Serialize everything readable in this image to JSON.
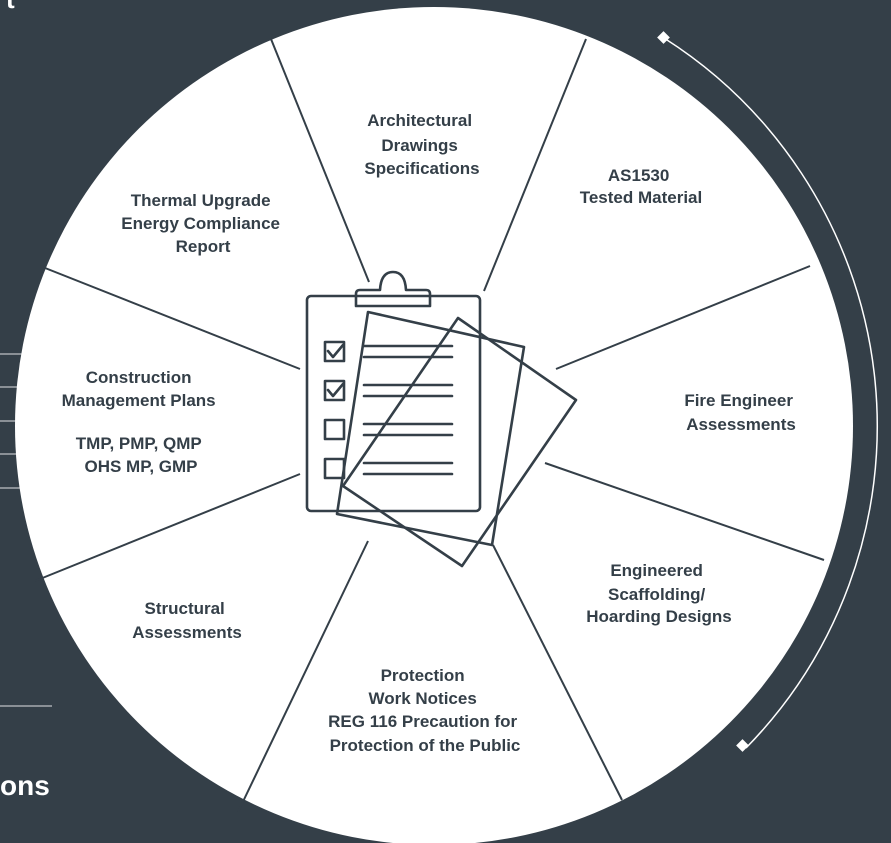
{
  "colors": {
    "background": "#343f48",
    "disc": "#ffffff",
    "ink": "#343f48",
    "accent_line": "#ffffff"
  },
  "corner_text": {
    "top_fragment": "t",
    "bottom_fragment": "ons"
  },
  "segments": [
    {
      "lines": [
        "Architectural",
        "Drawings",
        "Specifications"
      ]
    },
    {
      "lines": [
        "AS1530",
        "Tested Material"
      ]
    },
    {
      "lines": [
        "Fire Engineer",
        "Assessments"
      ]
    },
    {
      "lines": [
        "Engineered",
        "Scaffolding/",
        "Hoarding Designs"
      ]
    },
    {
      "lines": [
        "Protection",
        "Work Notices",
        "REG 116 Precaution for",
        "Protection of the Public"
      ]
    },
    {
      "lines": [
        "Structural",
        "Assessments"
      ]
    },
    {
      "lines": [
        "Construction",
        "Management Plans",
        "",
        "TMP, PMP, QMP",
        "OHS MP, GMP"
      ]
    },
    {
      "lines": [
        "Thermal Upgrade",
        "Energy Compliance",
        "Report"
      ]
    }
  ],
  "checklist": {
    "icon": "clipboard-checklist-icon",
    "items": [
      {
        "checked": true
      },
      {
        "checked": true
      },
      {
        "checked": false
      },
      {
        "checked": false
      }
    ]
  }
}
